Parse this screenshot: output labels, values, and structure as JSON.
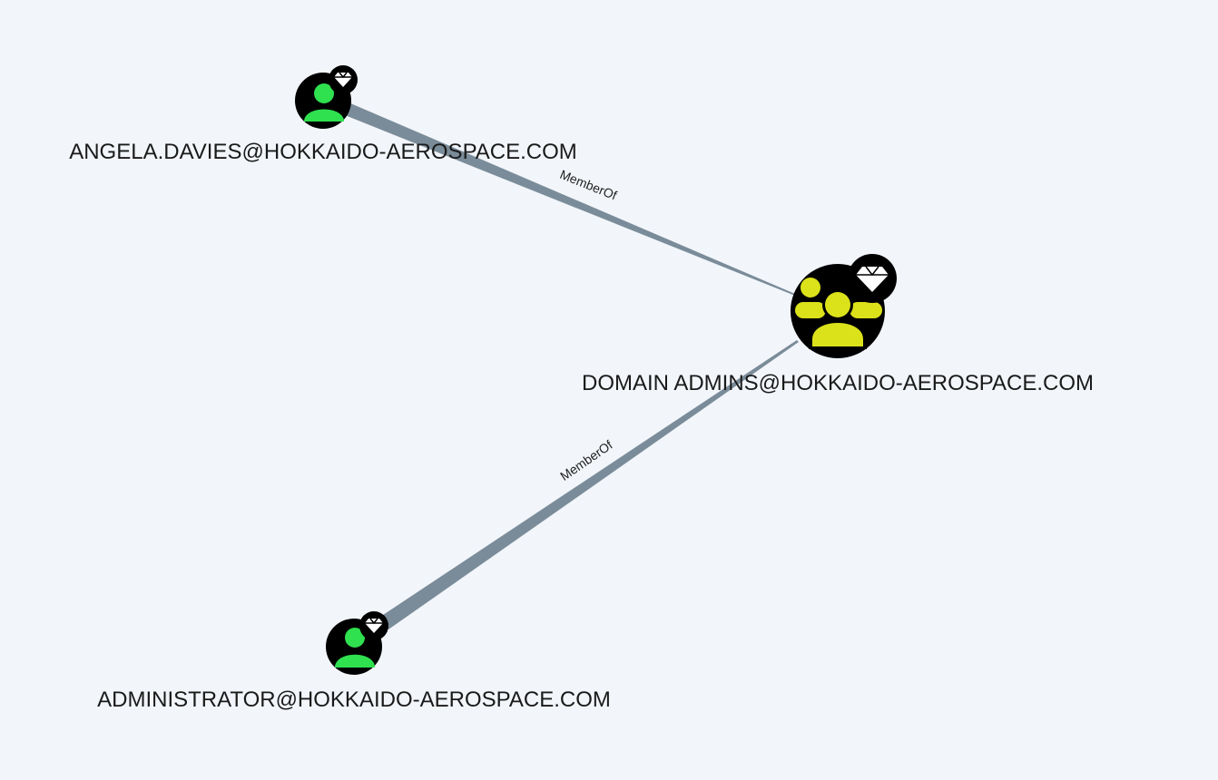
{
  "colors": {
    "background": "#f2f5fa",
    "edge": "#7a8c99",
    "node_fill": "#000000",
    "user_icon": "#2fe04f",
    "group_icon": "#dbe21a",
    "badge": "#ffffff"
  },
  "nodes": [
    {
      "id": "angela",
      "kind": "user",
      "icon": "user-icon",
      "badge_icon": "diamond-badge-icon",
      "label": "ANGELA.DAVIES@HOKKAIDO-AEROSPACE.COM"
    },
    {
      "id": "domain_admins",
      "kind": "group",
      "icon": "group-icon",
      "badge_icon": "diamond-badge-icon",
      "label": "DOMAIN ADMINS@HOKKAIDO-AEROSPACE.COM"
    },
    {
      "id": "administrator",
      "kind": "user",
      "icon": "user-icon",
      "badge_icon": "diamond-badge-icon",
      "label": "ADMINISTRATOR@HOKKAIDO-AEROSPACE.COM"
    }
  ],
  "edges": [
    {
      "id": "angela_to_da",
      "source": "angela",
      "target": "domain_admins",
      "label": "MemberOf"
    },
    {
      "id": "admin_to_da",
      "source": "administrator",
      "target": "domain_admins",
      "label": "MemberOf"
    }
  ]
}
